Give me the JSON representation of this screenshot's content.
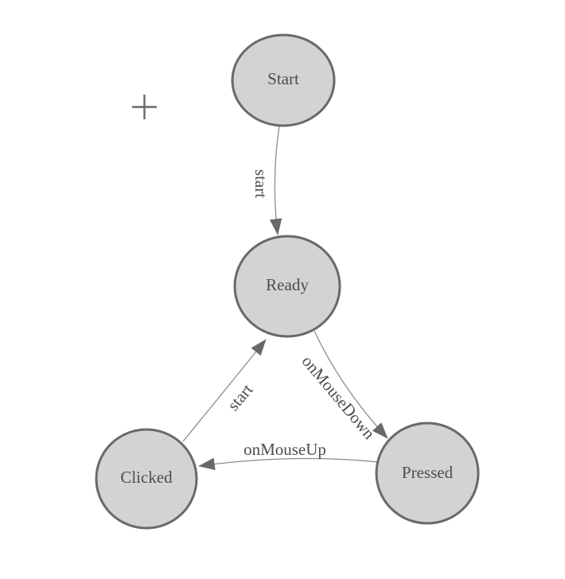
{
  "diagram": {
    "type": "state-machine",
    "nodes": [
      {
        "id": "start",
        "label": "Start"
      },
      {
        "id": "ready",
        "label": "Ready"
      },
      {
        "id": "clicked",
        "label": "Clicked"
      },
      {
        "id": "pressed",
        "label": "Pressed"
      }
    ],
    "edges": [
      {
        "id": "start-to-ready",
        "from": "Start",
        "to": "Ready",
        "label": "start"
      },
      {
        "id": "ready-to-pressed",
        "from": "Ready",
        "to": "Pressed",
        "label": "onMouseDown"
      },
      {
        "id": "pressed-to-clicked",
        "from": "Pressed",
        "to": "Clicked",
        "label": "onMouseUp"
      },
      {
        "id": "clicked-to-ready",
        "from": "Clicked",
        "to": "Ready",
        "label": "start"
      }
    ]
  },
  "icons": {
    "plus": "+"
  },
  "colors": {
    "background": "#ffffff",
    "node_fill": "#d3d3d3",
    "node_stroke": "#696969",
    "edge_stroke": "#8c8c8c",
    "arrow_fill": "#696969",
    "label_text": "#4d4d4d",
    "plus_icon": "#696969"
  }
}
